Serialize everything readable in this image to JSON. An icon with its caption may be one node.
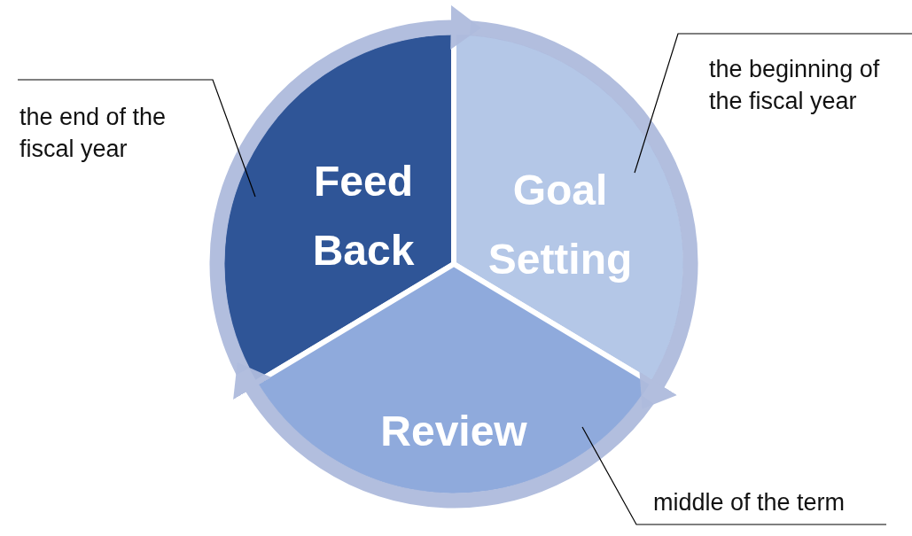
{
  "diagram": {
    "nodes": [
      {
        "text": [
          "Feed Back"
        ]
      },
      {
        "text": [
          "Goal Setting"
        ]
      },
      {
        "text": [
          "Review"
        ]
      },
      {
        "text": [
          "the end of the fiscal year"
        ]
      },
      {
        "text": [
          "the beginning of the fiscal year"
        ]
      },
      {
        "text": [
          "middle of the term"
        ]
      }
    ],
    "edges": [
      {
        "from": 0,
        "to": 1,
        "arrow": "to",
        "style": "thick",
        "color": "#aebbdd"
      },
      {
        "from": 1,
        "to": 2,
        "arrow": "to",
        "style": "thick",
        "color": "#aebbdd"
      },
      {
        "from": 2,
        "to": 0,
        "arrow": "to",
        "style": "thick",
        "color": "#aebbdd"
      },
      {
        "from": 3,
        "to": 0,
        "arrow": "none",
        "color": "#000000"
      },
      {
        "from": 4,
        "to": 1,
        "arrow": "none",
        "color": "#000000"
      },
      {
        "from": 5,
        "to": 2,
        "arrow": "none",
        "color": "#000000"
      }
    ]
  }
}
